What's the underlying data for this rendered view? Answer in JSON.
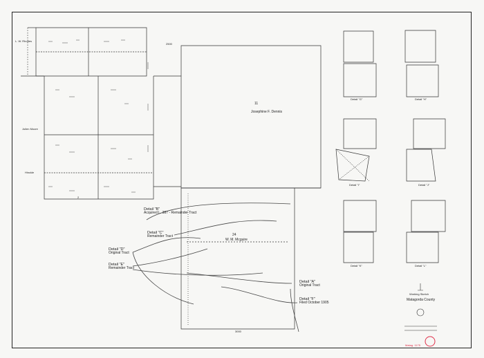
{
  "map": {
    "title": "Working Sketch",
    "county": "Matagorda County",
    "sheet_code": "Matag. 1175",
    "road_labels": [
      "L. W. Rhodes",
      "Julien Moore",
      "Hinckle"
    ],
    "tract_labels": [
      "Josephine F. Dennis",
      "W. M. Mcguire"
    ],
    "block_labels": [
      "11",
      "24",
      "2",
      "2500",
      "3000"
    ],
    "callouts": [
      {
        "id": "B",
        "title": "Detail \"B\"",
        "note": "Acquired L. 387 - Remainder Tract"
      },
      {
        "id": "C",
        "title": "Detail \"C\"",
        "note": "Remainder Tract"
      },
      {
        "id": "D",
        "title": "Detail \"D\"",
        "note": "Original Tract"
      },
      {
        "id": "E",
        "title": "Detail \"E\"",
        "note": "Remainder Tract"
      },
      {
        "id": "A",
        "title": "Detail \"A\"",
        "note": "Original Tract"
      },
      {
        "id": "F",
        "title": "Detail \"F\"",
        "note": "Filed October 1905"
      }
    ],
    "detail_labels": [
      "Detail \"G\"",
      "Detail \"H\"",
      "Detail \"I\"",
      "Detail \"J\"",
      "Detail \"K\"",
      "Detail \"L\""
    ],
    "colors": {
      "ink": "#222222",
      "paper": "#f7f7f5",
      "stamp": "#e0304a"
    }
  }
}
